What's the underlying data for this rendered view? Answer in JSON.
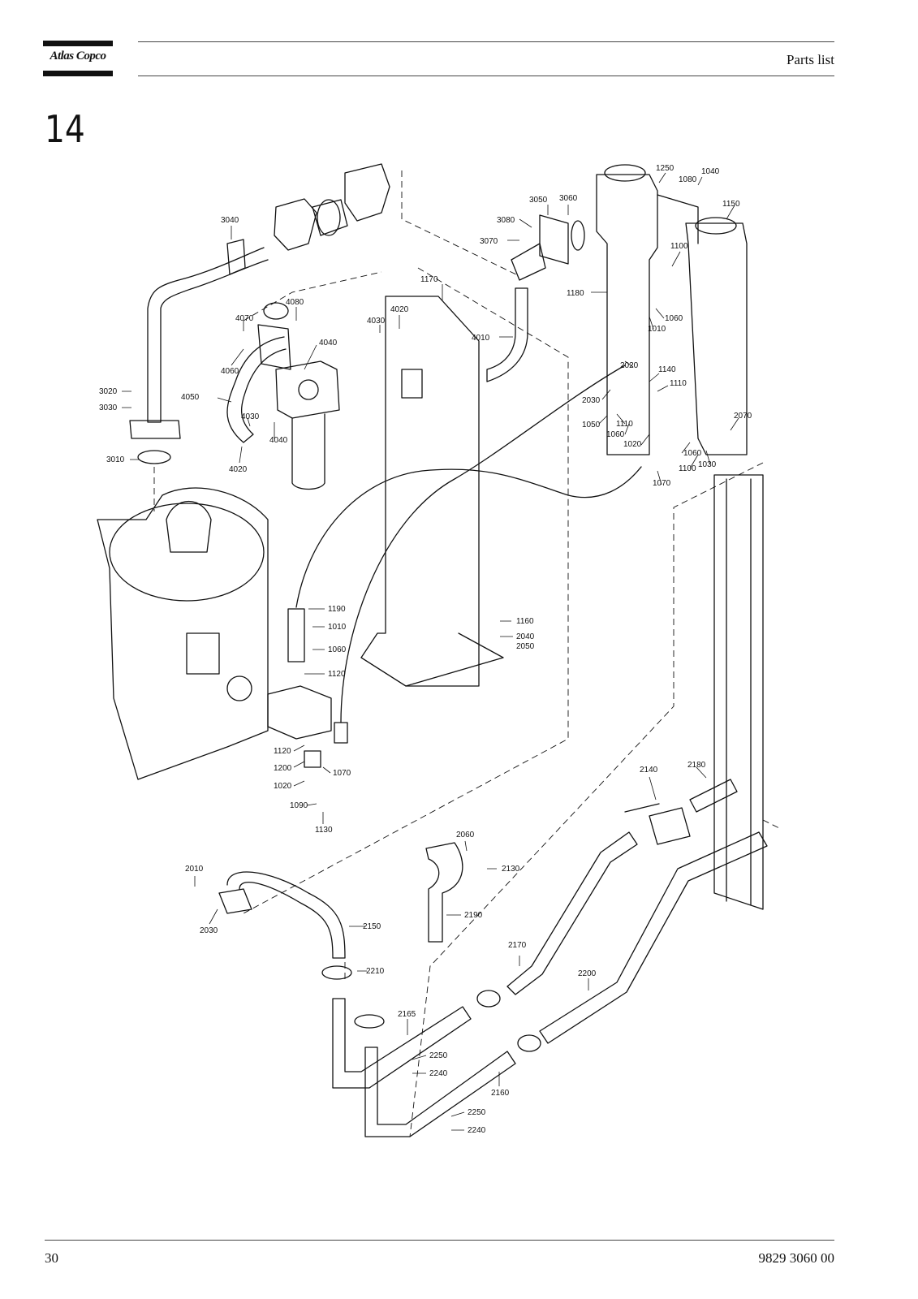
{
  "header": {
    "brand": "Atlas Copco",
    "title": "Parts list"
  },
  "section_number": "14",
  "footer": {
    "page_number": "30",
    "document_number": "9829 3060 00"
  },
  "callouts": {
    "c3040": "3040",
    "c4080": "4080",
    "c4070": "4070",
    "c4040a": "4040",
    "c4060": "4060",
    "c4050": "4050",
    "c4030a": "4030",
    "c4040b": "4040",
    "c4020a": "4020",
    "c3020": "3020",
    "c3030": "3030",
    "c3010": "3010",
    "c1170": "1170",
    "c4030b": "4030",
    "c4020b": "4020",
    "c4010": "4010",
    "c3050": "3050",
    "c3060": "3060",
    "c3080": "3080",
    "c3070": "3070",
    "c1250": "1250",
    "c1080": "1080",
    "c1040": "1040",
    "c1150": "1150",
    "c1100a": "1100",
    "c1180": "1180",
    "c1060a": "1060",
    "c1010a": "1010",
    "c2020": "2020",
    "c1140": "1140",
    "c1110a": "1110",
    "c2030a": "2030",
    "c1050": "1050",
    "c1110b": "1110",
    "c1060b": "1060",
    "c1020a": "1020",
    "c1060c": "1060",
    "c1100b": "1100",
    "c1030": "1030",
    "c2070": "2070",
    "c1070a": "1070",
    "c1190": "1190",
    "c1010b": "1010",
    "c1060d": "1060",
    "c1120a": "1120",
    "c1120b": "1120",
    "c1200": "1200",
    "c1070b": "1070",
    "c1020b": "1020",
    "c1090": "1090",
    "c1130": "1130",
    "c1160": "1160",
    "c2040": "2040",
    "c2050": "2050",
    "c2140": "2140",
    "c2180": "2180",
    "c2060": "2060",
    "c2130": "2130",
    "c2010": "2010",
    "c2030b": "2030",
    "c2150": "2150",
    "c2190": "2190",
    "c2210": "2210",
    "c2170": "2170",
    "c2200": "2200",
    "c2165": "2165",
    "c2250a": "2250",
    "c2240a": "2240",
    "c2160": "2160",
    "c2250b": "2250",
    "c2240b": "2240"
  }
}
